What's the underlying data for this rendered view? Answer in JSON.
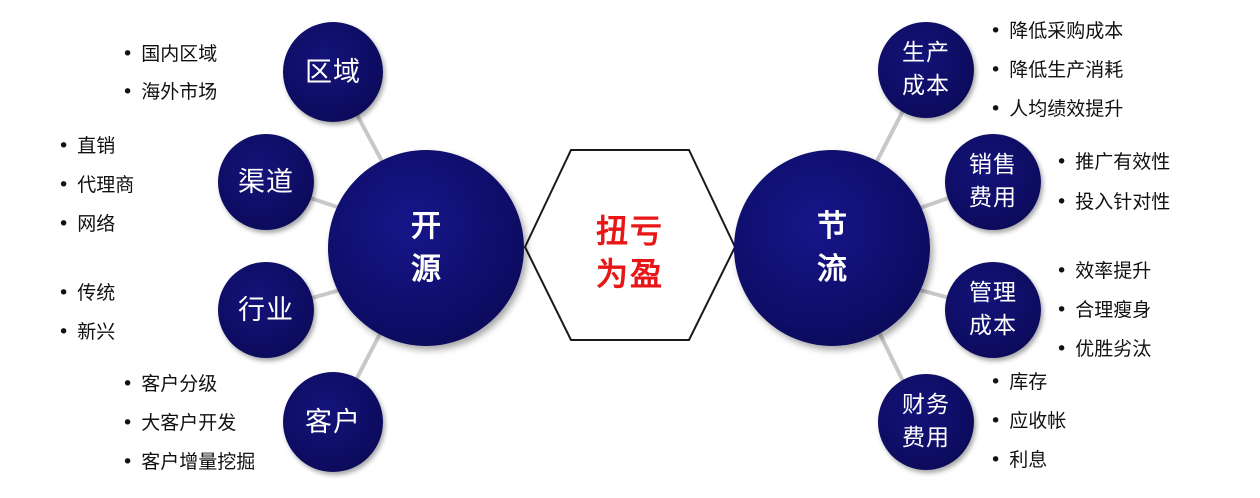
{
  "center": {
    "line1": "扭亏",
    "line2": "为盈"
  },
  "left_hub": {
    "line1": "开",
    "line2": "源"
  },
  "right_hub": {
    "line1": "节",
    "line2": "流"
  },
  "left_nodes": [
    {
      "label": "区域",
      "items": [
        "国内区域",
        "海外市场"
      ]
    },
    {
      "label": "渠道",
      "items": [
        "直销",
        "代理商",
        "网络"
      ]
    },
    {
      "label": "行业",
      "items": [
        "传统",
        "新兴"
      ]
    },
    {
      "label": "客户",
      "items": [
        "客户分级",
        "大客户开发",
        "客户增量挖掘"
      ]
    }
  ],
  "right_nodes": [
    {
      "line1": "生产",
      "line2": "成本",
      "items": [
        "降低采购成本",
        "降低生产消耗",
        "人均绩效提升"
      ]
    },
    {
      "line1": "销售",
      "line2": "费用",
      "items": [
        "推广有效性",
        "投入针对性"
      ]
    },
    {
      "line1": "管理",
      "line2": "成本",
      "items": [
        "效率提升",
        "合理瘦身",
        "优胜劣汰"
      ]
    },
    {
      "line1": "财务",
      "line2": "费用",
      "items": [
        "库存",
        "应收帐",
        "利息"
      ]
    }
  ],
  "colors": {
    "circle_fill": "#0e0d68",
    "circle_text": "#ffffff",
    "center_text": "#e81616",
    "connector": "#c8c8c8",
    "hexagon_stroke": "#1a1a1a",
    "bullet_text": "#111111"
  }
}
